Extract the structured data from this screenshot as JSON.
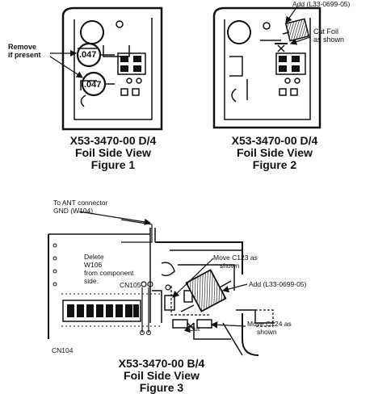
{
  "figure1": {
    "callout_remove": "Remove",
    "callout_if_present": "if present",
    "cap_top": ".047",
    "cap_bottom": ".047",
    "caption_part": "X53-3470-00 D/4",
    "caption_view": "Foil Side View",
    "caption_figure": "Figure 1"
  },
  "figure2": {
    "add_label": "Add (L33-0699-05)",
    "cut_label_1": "Cut Foil",
    "cut_label_2": "as shown",
    "caption_part": "X53-3470-00 D/4",
    "caption_view": "Foil Side View",
    "caption_figure": "Figure 2"
  },
  "figure3": {
    "ant_label_1": "To ANT connector",
    "ant_label_2": "GND (W104)",
    "delete_1": "Delete",
    "delete_2": "W106",
    "delete_3": "from component",
    "delete_4": "side.",
    "move_c123_1": "Move C123 as",
    "move_c123_2": "shown",
    "add_label": "Add (L33-0699-05)",
    "cn105": "CN105",
    "cut_label": "Cut",
    "move_c124_1": "Move C124 as",
    "move_c124_2": "shown",
    "cn104": "CN104",
    "caption_part": "X53-3470-00 B/4",
    "caption_view": "Foil Side View",
    "caption_figure": "Figure 3"
  }
}
